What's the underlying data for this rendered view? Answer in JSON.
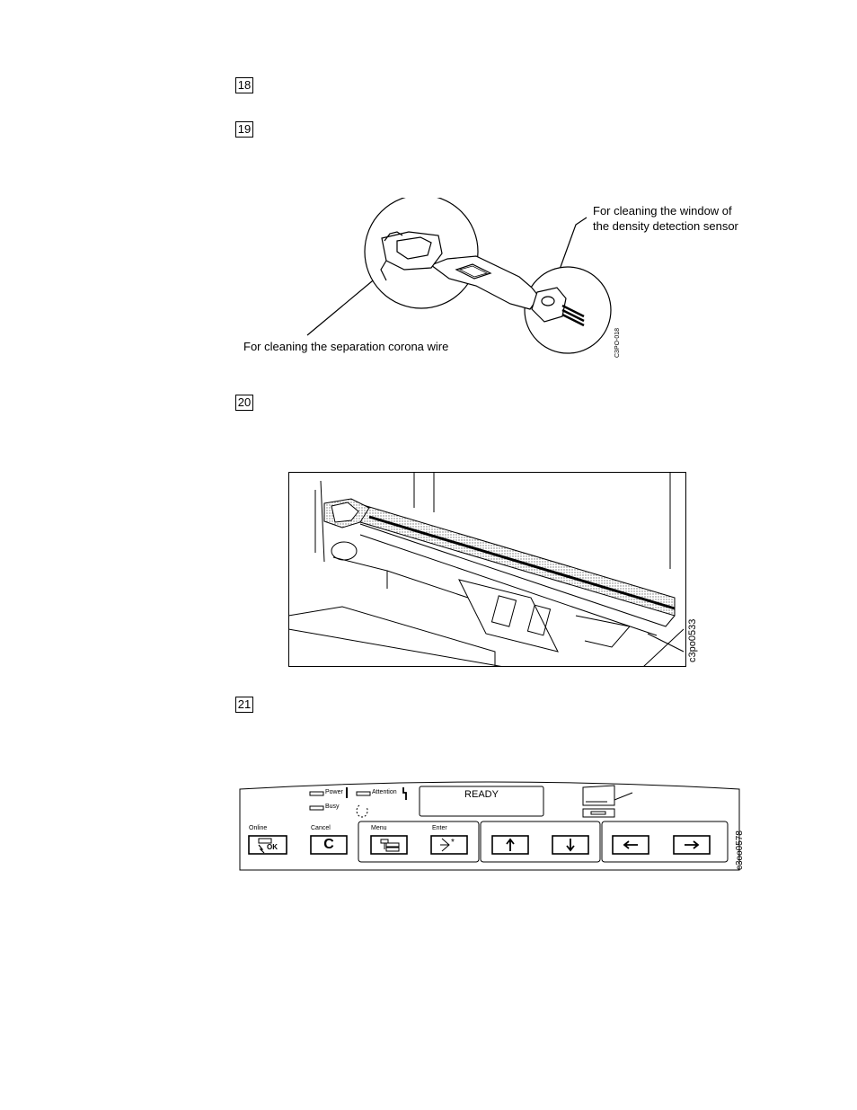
{
  "steps": [
    "18",
    "19",
    "20",
    "21"
  ],
  "figure1": {
    "label_window": [
      "For cleaning the window of",
      "the density detection sensor"
    ],
    "label_corona": "For cleaning the separation corona wire",
    "id": "C3PO-018"
  },
  "figure2": {
    "id": "c3po0533"
  },
  "figure3": {
    "id": "c3oo0578",
    "indicators": {
      "power": "Power",
      "busy": "Busy",
      "attention": "Attention"
    },
    "display": "READY",
    "buttons": {
      "online": "Online",
      "ok": "OK",
      "cancel": "Cancel",
      "cancel_key": "C",
      "menu": "Menu",
      "enter": "Enter"
    }
  }
}
